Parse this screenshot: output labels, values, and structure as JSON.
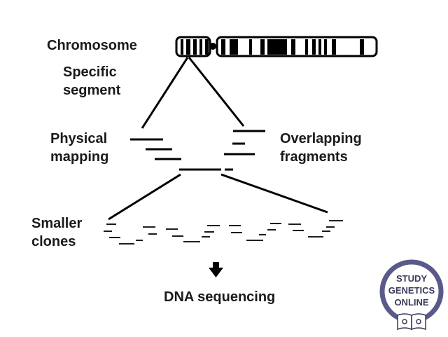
{
  "labels": {
    "chromosome": "Chromosome",
    "segment_line1": "Specific",
    "segment_line2": "segment",
    "physical_line1": "Physical",
    "physical_line2": "mapping",
    "overlap_line1": "Overlapping",
    "overlap_line2": "fragments",
    "clones_line1": "Smaller",
    "clones_line2": "clones",
    "dna": "DNA sequencing"
  },
  "logo": {
    "line1": "STUDY",
    "line2": "GENETICS",
    "line3": "ONLINE",
    "ring_color": "#5a5a8a"
  },
  "colors": {
    "ink": "#000000",
    "text": "#1a1a1a"
  }
}
